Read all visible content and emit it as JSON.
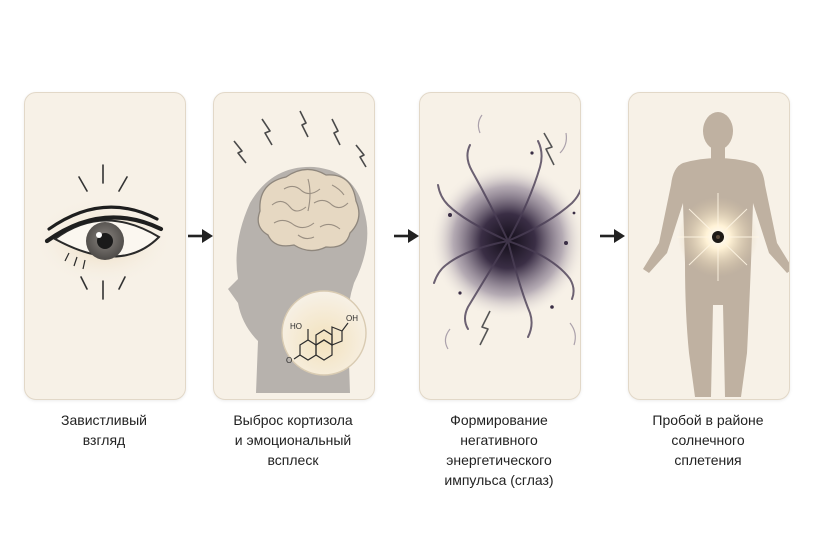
{
  "steps": [
    {
      "caption": "Завистливый\nвзгляд",
      "icon": "eye-icon"
    },
    {
      "caption": "Выброс кортизола\nи эмоциональный\nвсплеск",
      "icon": "head-brain-icon"
    },
    {
      "caption": "Формирование\nнегативного\nэнергетического\nимпульса (сглаз)",
      "icon": "dark-energy-burst-icon"
    },
    {
      "caption": "Пробой в районе\nсолнечного\nсплетения",
      "icon": "human-silhouette-icon"
    }
  ],
  "molecule": {
    "label_ho": "HO",
    "label_oh": "OH",
    "label_o": "O"
  },
  "colors": {
    "panel_bg": "#f7f1e7",
    "panel_border": "#e2d8c8",
    "arrow": "#222222",
    "energy": "#3a2e45"
  }
}
